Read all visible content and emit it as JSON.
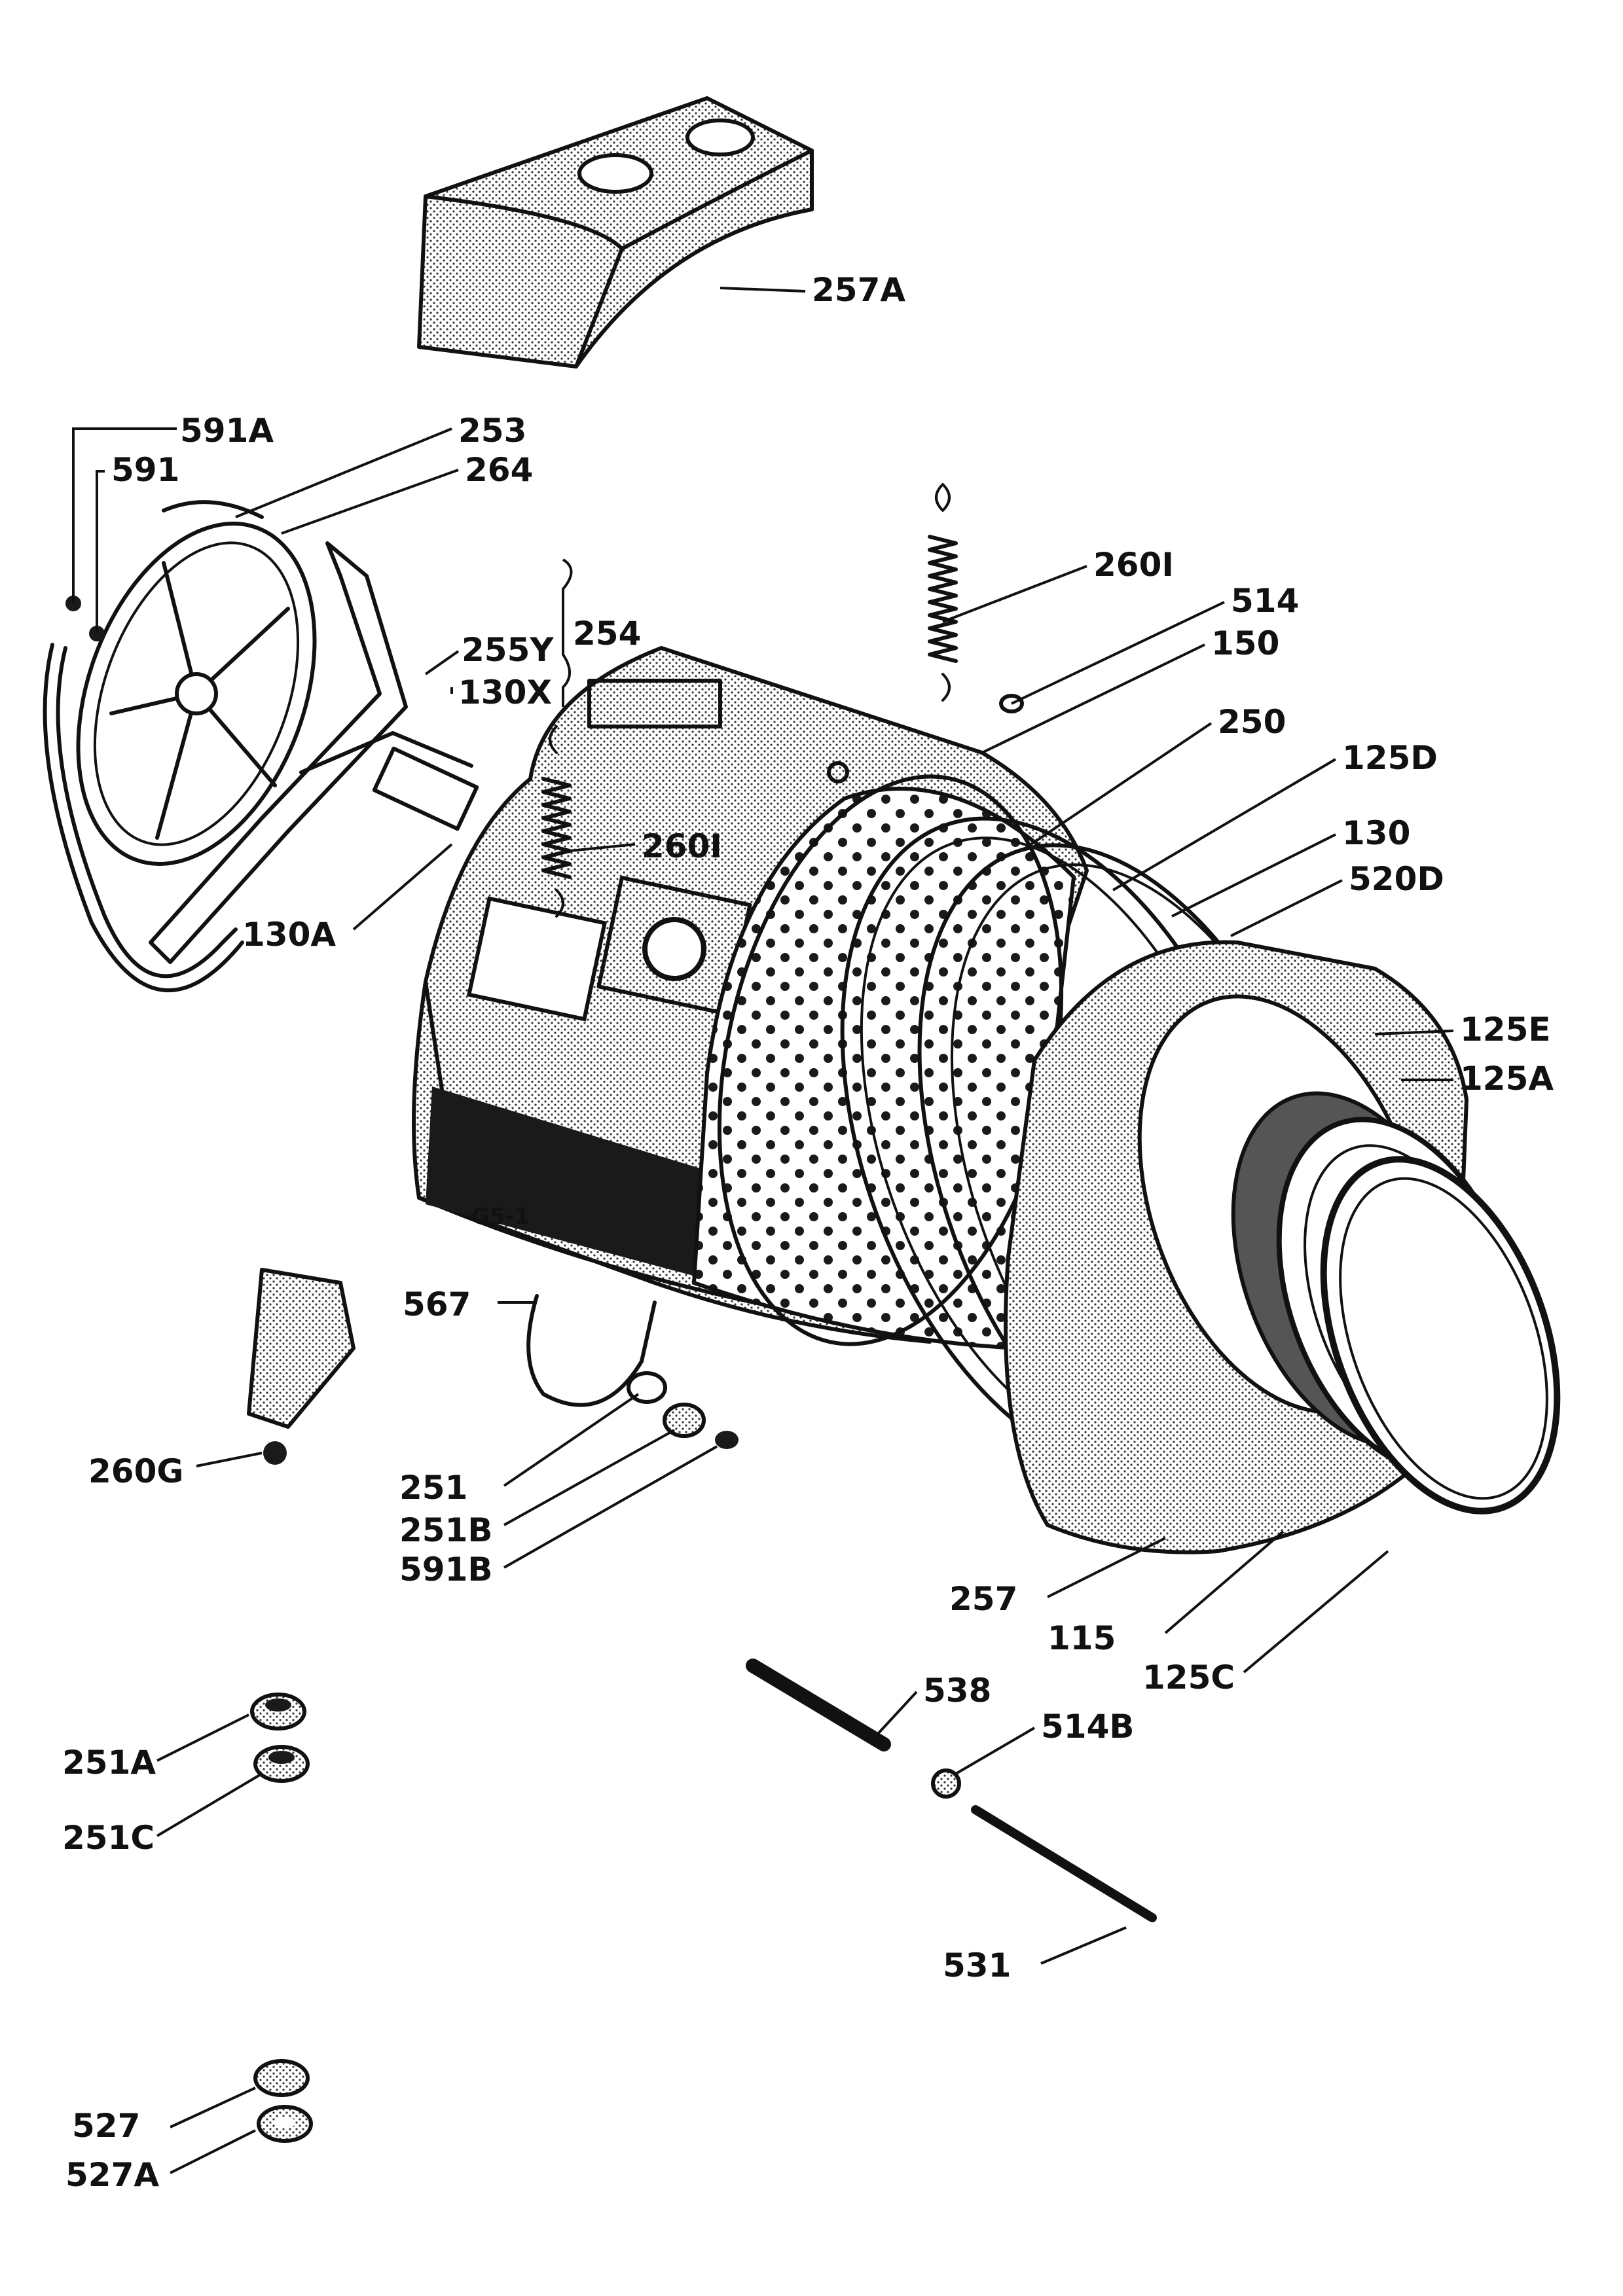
{
  "diagram": {
    "type": "exploded-parts-view",
    "callouts": [
      "257A",
      "591A",
      "591",
      "253",
      "264",
      "254",
      "255Y",
      "130X",
      "260I",
      "514",
      "150",
      "250",
      "125D",
      "130",
      "520D",
      "130A",
      "125E",
      "125A",
      "567",
      "260G",
      "251",
      "251B",
      "591B",
      "257",
      "115",
      "125C",
      "538",
      "514B",
      "251A",
      "251C",
      "531",
      "527",
      "527A",
      "260I",
      "G5-1"
    ]
  }
}
